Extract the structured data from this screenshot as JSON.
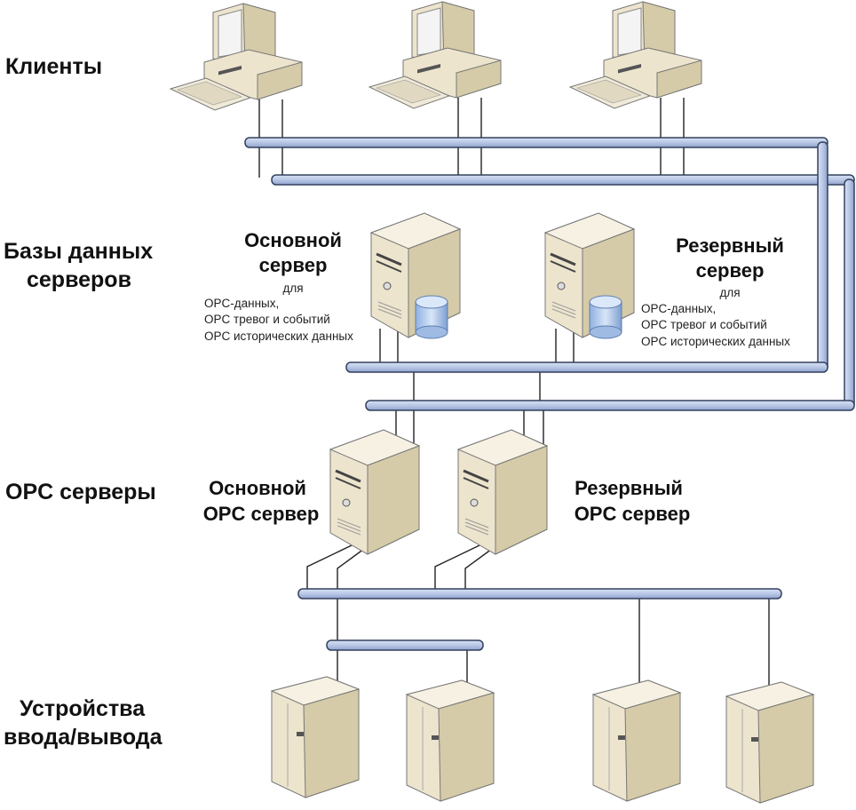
{
  "tiers": {
    "clients": "Клиенты",
    "databases": [
      "Базы данных",
      "серверов"
    ],
    "opc": "OPC серверы",
    "io": [
      "Устройства",
      "ввода/вывода"
    ]
  },
  "db_primary": {
    "title": [
      "Основной",
      "сервер"
    ],
    "note_for": "для",
    "notes": [
      "OPC-данных,",
      "OPC тревог и событий",
      "OPC исторических данных"
    ]
  },
  "db_backup": {
    "title": [
      "Резервный",
      "сервер"
    ],
    "note_for": "для",
    "notes": [
      "OPC-данных,",
      "OPC тревог и событий",
      "OPC исторических данных"
    ]
  },
  "opc_primary": {
    "title": [
      "Основной",
      "OPC сервер"
    ]
  },
  "opc_backup": {
    "title": [
      "Резервный",
      "OPC сервер"
    ]
  },
  "colors": {
    "bus_fill": "#b9c7e6",
    "bus_edge": "#33415e",
    "device_body": "#ece4cd",
    "device_shade": "#d6cba8",
    "db_cylinder": "#a9c4ea"
  },
  "icons": [
    "client-computer-icon",
    "server-tower-icon",
    "database-cylinder-icon",
    "io-rack-icon"
  ]
}
